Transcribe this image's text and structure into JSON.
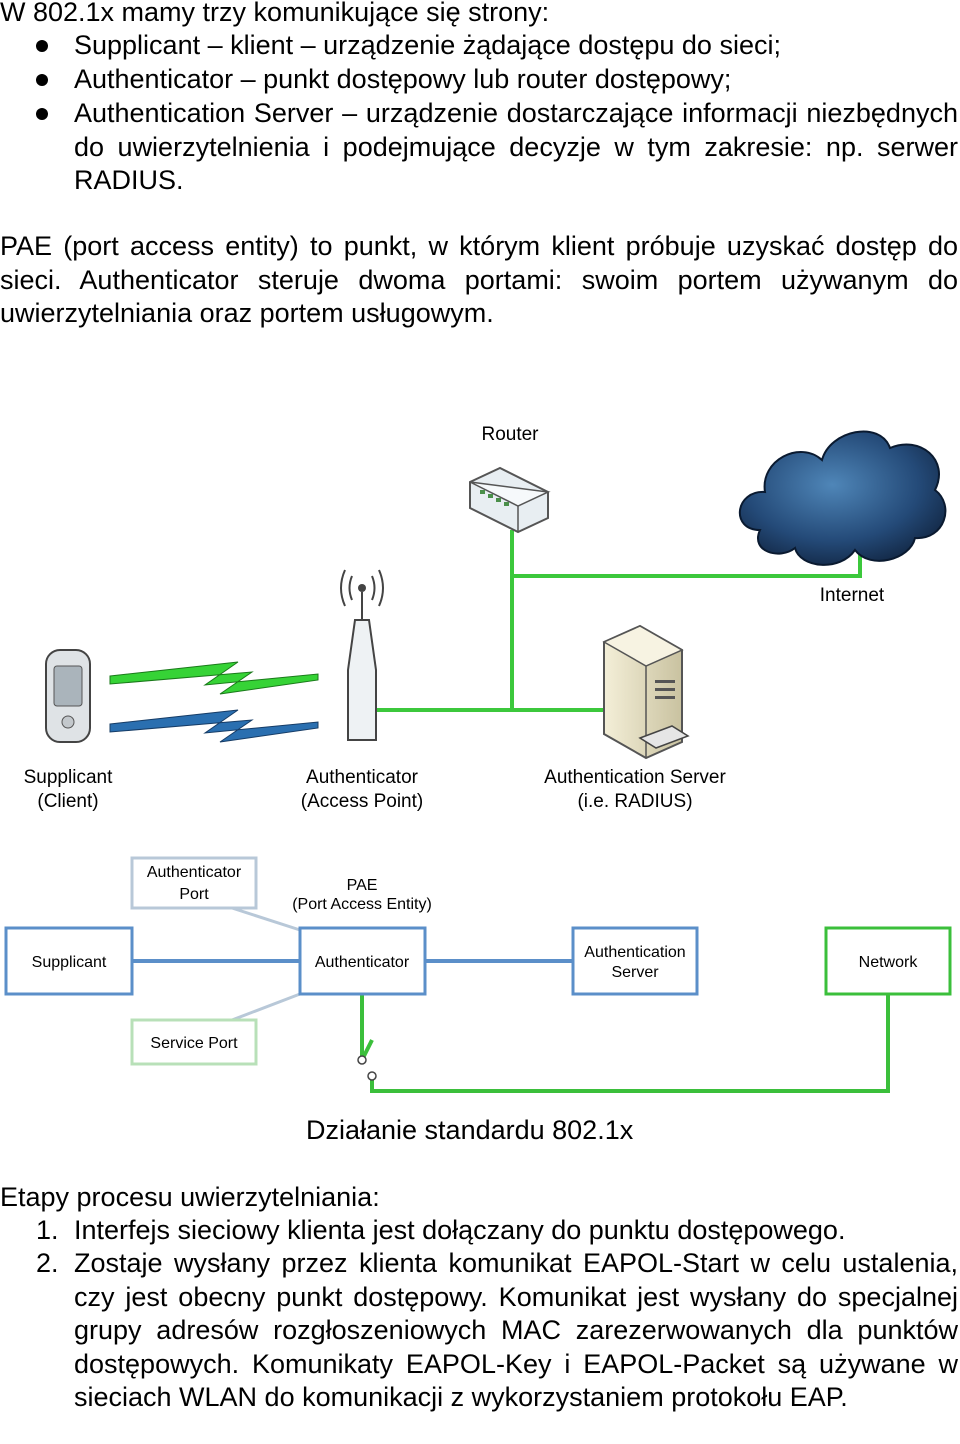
{
  "intro": {
    "heading": "W 802.1x mamy trzy komunikujące się strony:",
    "bullets": [
      "Supplicant – klient – urządzenie żądające dostępu do sieci;",
      "Authenticator – punkt dostępowy lub router dostępowy;",
      "Authentication Server – urządzenie dostarczające informacji niezbędnych do uwierzytelnienia i podejmujące decyzje w tym zakresie: np. serwer RADIUS."
    ]
  },
  "pae_paragraph": "PAE (port access entity) to punkt, w którym klient próbuje uzyskać dostęp do sieci. Authenticator steruje dwoma portami: swoim portem używanym do uwierzytelniania oraz portem usługowym.",
  "topology": {
    "router_label": "Router",
    "internet_label": "Internet",
    "supplicant_label": [
      "Supplicant",
      "(Client)"
    ],
    "authenticator_label": [
      "Authenticator",
      "(Access Point)"
    ],
    "server_label": [
      "Authentication Server",
      "(i.e. RADIUS)"
    ],
    "colors": {
      "link": "#3cc83c",
      "wireless": "#36d336",
      "wireless_dark": "#2a6fb0",
      "cloud": "#1e3f66"
    }
  },
  "pae_diagram": {
    "auth_port": [
      "Authenticator",
      "Port"
    ],
    "pae": [
      "PAE",
      "(Port Access Entity)"
    ],
    "supplicant": "Supplicant",
    "authenticator": "Authenticator",
    "auth_server": [
      "Authentication",
      "Server"
    ],
    "network": "Network",
    "service_port": "Service Port",
    "colors": {
      "blue": "#5b8fc9",
      "green": "#3bbf3b",
      "gray_box": "#b8c8d8"
    }
  },
  "caption": "Działanie standardu 802.1x",
  "steps": {
    "heading": "Etapy procesu uwierzytelniania:",
    "items": [
      {
        "num": "1.",
        "text": "Interfejs sieciowy klienta jest dołączany do punktu dostępowego."
      },
      {
        "num": "2.",
        "text": "Zostaje wysłany przez klienta komunikat EAPOL-Start w celu ustalenia, czy jest obecny punkt dostępowy. Komunikat jest wysłany do specjalnej grupy adresów rozgłoszeniowych MAC zarezerwowanych dla punktów dostępowych. Komunikaty EAPOL-Key i EAPOL-Packet są używane w sieciach WLAN do komunikacji z wykorzystaniem protokołu EAP."
      }
    ]
  }
}
